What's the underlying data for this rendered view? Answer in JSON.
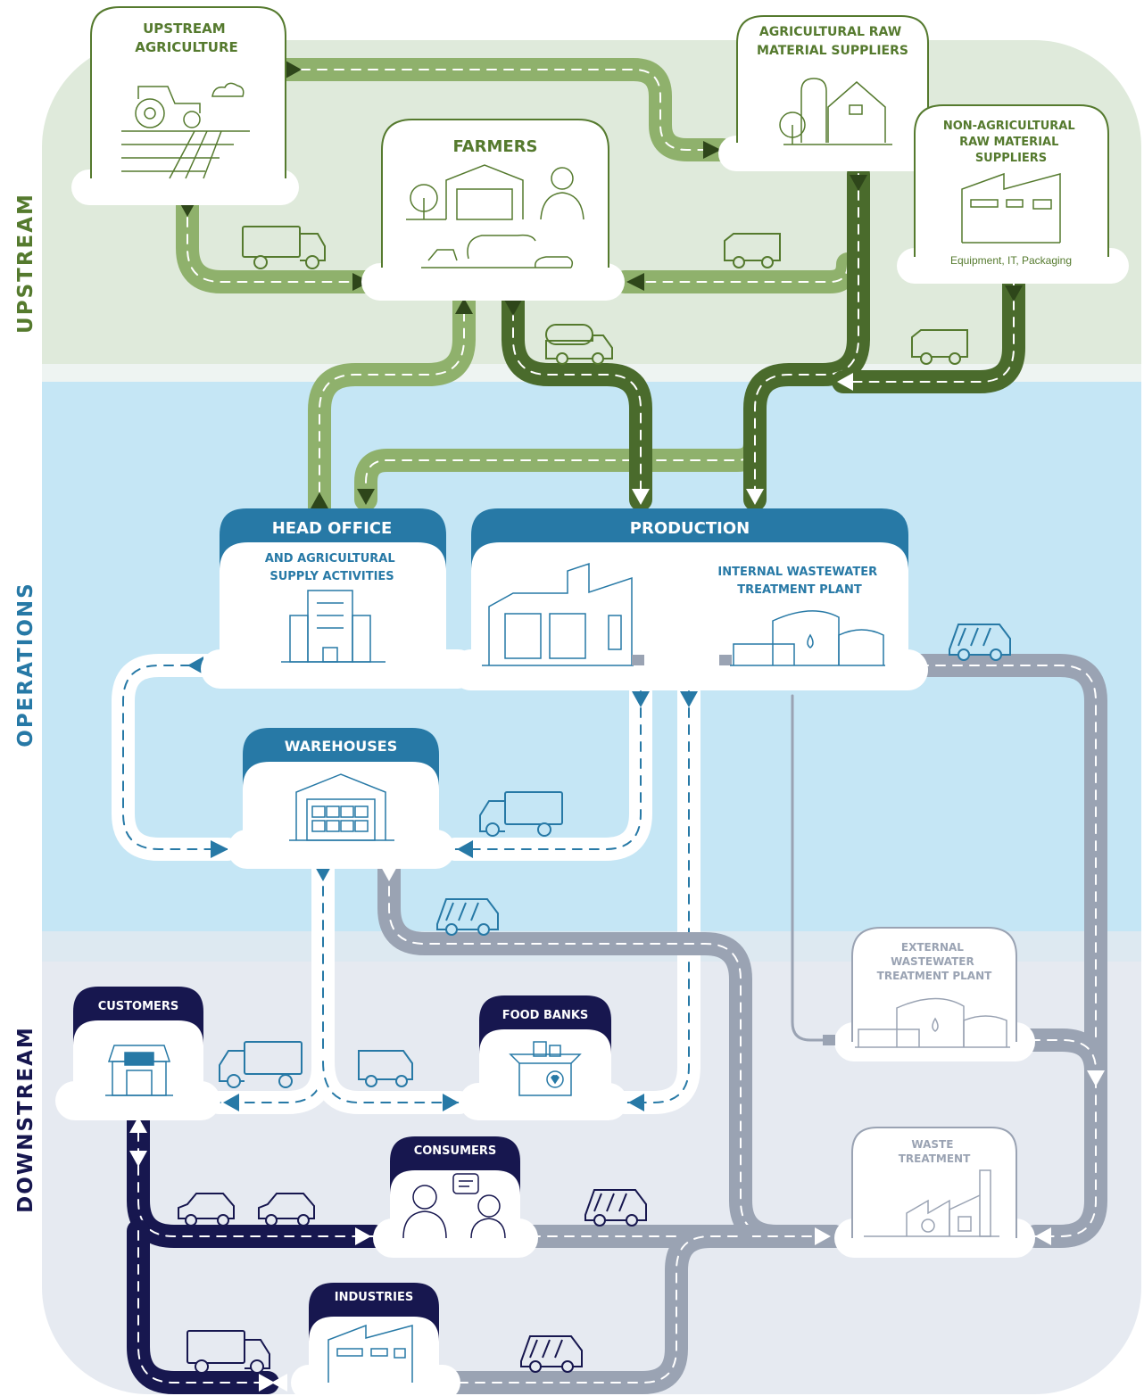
{
  "zones": {
    "upstream": "UPSTREAM",
    "operations": "OPERATIONS",
    "downstream": "DOWNSTREAM"
  },
  "nodes": {
    "upstream_agriculture": "UPSTREAM AGRICULTURE",
    "agri_raw_suppliers": "AGRICULTURAL RAW MATERIAL SUPPLIERS",
    "farmers": "FARMERS",
    "non_agri_suppliers": "NON-AGRICULTURAL RAW MATERIAL SUPPLIERS",
    "non_agri_subtitle": "Equipment, IT, Packaging",
    "head_office": "HEAD OFFICE",
    "head_office_sub": "AND AGRICULTURAL SUPPLY ACTIVITIES",
    "production": "PRODUCTION",
    "wastewater_internal": "INTERNAL WASTEWATER TREATMENT PLANT",
    "warehouses": "WAREHOUSES",
    "external_wastewater": "EXTERNAL WASTEWATER TREATMENT PLANT",
    "customers": "CUSTOMERS",
    "food_banks": "FOOD BANKS",
    "consumers": "CONSUMERS",
    "waste_treatment": "WASTE TREATMENT",
    "industries": "INDUSTRIES"
  },
  "colors": {
    "upstream_bg": "#dfeadb",
    "operations_bg": "#c5e6f5",
    "downstream_bg": "#e6eaf1",
    "green_light": "#8fb16c",
    "green_dark": "#4a6b2c",
    "green_text": "#557a2e",
    "blue": "#2779a6",
    "grey": "#9aa3b3",
    "navy": "#17174f",
    "white_road": "#ffffff"
  }
}
